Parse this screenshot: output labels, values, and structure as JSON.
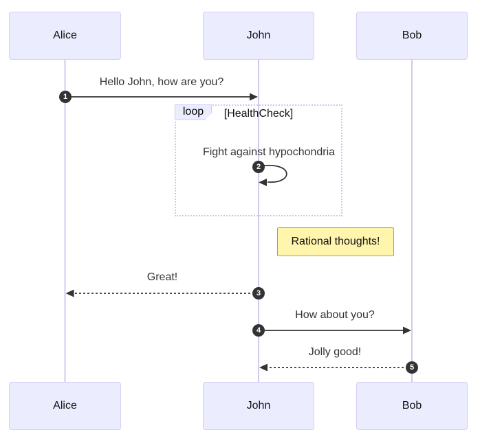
{
  "diagram_type": "sequence-diagram",
  "actors": [
    {
      "name": "Alice"
    },
    {
      "name": "John"
    },
    {
      "name": "Bob"
    }
  ],
  "messages": [
    {
      "num": "1",
      "from": "Alice",
      "to": "John",
      "text": "Hello John, how are you?",
      "line": "solid"
    },
    {
      "num": "2",
      "from": "John",
      "to": "John",
      "text": "Fight against hypochondria",
      "line": "self-loop"
    },
    {
      "num": "3",
      "from": "John",
      "to": "Alice",
      "text": "Great!",
      "line": "dashed"
    },
    {
      "num": "4",
      "from": "John",
      "to": "Bob",
      "text": "How about you?",
      "line": "solid"
    },
    {
      "num": "5",
      "from": "Bob",
      "to": "John",
      "text": "Jolly good!",
      "line": "dashed"
    }
  ],
  "loop": {
    "label": "loop",
    "condition": "[HealthCheck]"
  },
  "note": {
    "text": "Rational thoughts!"
  },
  "colors": {
    "background": "#ffffff",
    "actor_fill": "#ececff",
    "actor_border": "#d8ccf2",
    "lifeline": "#ccc5ec",
    "loop_border": "#c9c9f0",
    "label_box_fill": "#ececff",
    "label_box_border": "#ccccff",
    "note_fill": "#fff5ad",
    "note_border": "#aaaa33",
    "message_line": "#333333",
    "message_text": "#333333",
    "actor_text": "#131313",
    "badge_fill": "#333333",
    "badge_text": "#ffffff"
  }
}
